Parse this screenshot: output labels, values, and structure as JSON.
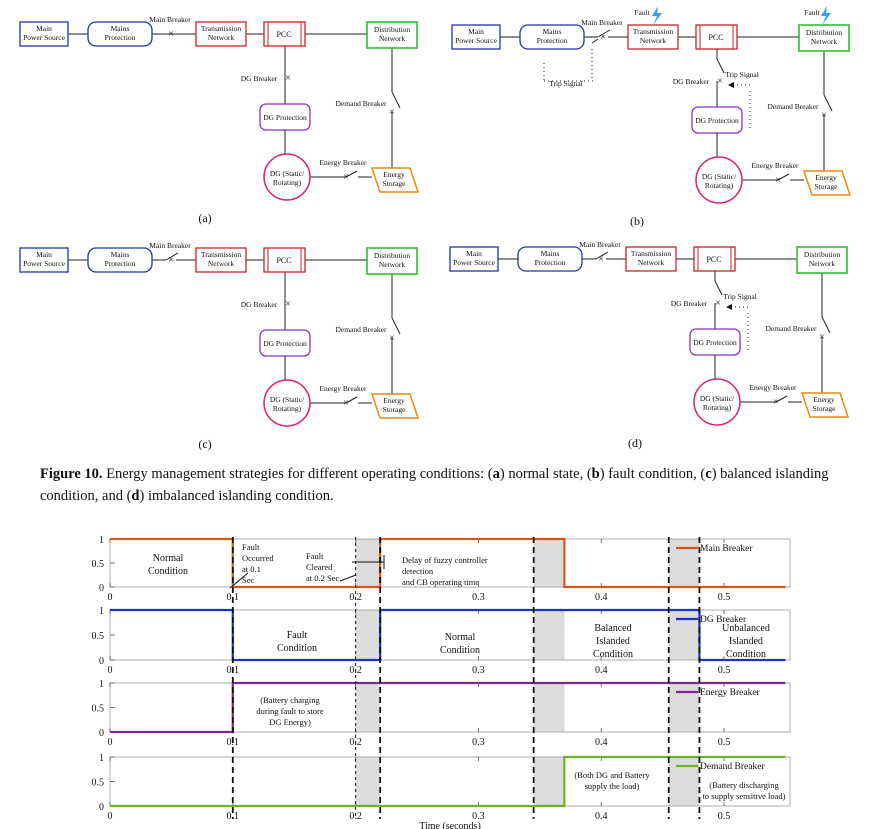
{
  "panels": [
    {
      "id": "a",
      "label": "(a)",
      "fault_lbl": "",
      "fault2_lbl": "",
      "trip_a": "",
      "trip_b": ""
    },
    {
      "id": "b",
      "label": "(b)",
      "fault_lbl": "Fault",
      "fault2_lbl": "Fault",
      "trip_a": "Trip Signal",
      "trip_b": "Trip Signal"
    },
    {
      "id": "c",
      "label": "(c)",
      "fault_lbl": "",
      "fault2_lbl": "",
      "trip_a": "",
      "trip_b": ""
    },
    {
      "id": "d",
      "label": "(d)",
      "fault_lbl": "",
      "fault2_lbl": "",
      "trip_a": "",
      "trip_b": "Trip Signal"
    }
  ],
  "nodes": {
    "main_power_source": [
      "Main",
      "Power Source"
    ],
    "mains_protection": [
      "Mains",
      "Protection"
    ],
    "transmission_network": [
      "Transmission",
      "Network"
    ],
    "pcc": "PCC",
    "distribution_network": [
      "Distribution",
      "Network"
    ],
    "dg_protection": "DG Protection",
    "dg": [
      "DG (Static/",
      "Rotating)"
    ],
    "energy_storage": [
      "Energy",
      "Storage"
    ]
  },
  "breakers": {
    "main": "Main Breaker",
    "dg": "DG Breaker",
    "demand": "Demand Breaker",
    "energy": "Energy Breaker"
  },
  "caption": {
    "prefix": "Figure 10.",
    "p1": " Energy management strategies for different operating conditions: (",
    "a": "a",
    "p2": ") normal state, (",
    "b": "b",
    "p3": ") fault condition, (",
    "c": "c",
    "p4": ") balanced islanding condition, and (",
    "d": "d",
    "p5": ") imbalanced islanding condition."
  },
  "timing": {
    "xlabel": "Time (seconds)",
    "xticks": [
      "0",
      "0.1",
      "0.2",
      "0.3",
      "0.4",
      "0.5"
    ],
    "annotations": {
      "normal_condition": [
        "Normal",
        "Condition"
      ],
      "fault_occurred": [
        "Fault",
        "Occurred",
        "at 0.1",
        "Sec"
      ],
      "fault_cleared": [
        "Fault",
        "Cleared",
        "at 0.2 Sec"
      ],
      "delay": [
        "Delay of fuzzy controller",
        "detection",
        "and CB operating time"
      ],
      "fault_condition": [
        "Fault",
        "Condition"
      ],
      "normal_condition_2": [
        "Normal",
        "Condition"
      ],
      "balanced_islanded": [
        "Balanced",
        "Islanded",
        "Condition"
      ],
      "unbalanced_islanded": [
        "Unbalanced",
        "Islanded",
        "Condition"
      ],
      "battery_charging": [
        "(Battery charging",
        "during fault to store",
        "DG Energy)"
      ],
      "both_supply": [
        "(Both DG and Battery",
        "supply the load)"
      ],
      "battery_discharging": [
        "(Battery discharging",
        "to supply sensitive load)"
      ]
    }
  },
  "chart_data": [
    {
      "type": "line",
      "title": "",
      "xlabel": "",
      "ylabel": "",
      "xlim": [
        0,
        0.55
      ],
      "ylim": [
        0,
        1
      ],
      "yticks": [
        "0",
        "0.5",
        "1"
      ],
      "series": [
        {
          "name": "Main Breaker",
          "color": "#d4581a",
          "x": [
            0,
            0.1,
            0.1,
            0.22,
            0.22,
            0.37,
            0.37,
            0.55
          ],
          "y": [
            1,
            1,
            0,
            0,
            1,
            1,
            0,
            0
          ]
        }
      ]
    },
    {
      "type": "line",
      "title": "",
      "xlabel": "",
      "ylabel": "",
      "xlim": [
        0,
        0.55
      ],
      "ylim": [
        0,
        1
      ],
      "yticks": [
        "0",
        "0.5",
        "1"
      ],
      "series": [
        {
          "name": "DG Breaker",
          "color": "#1f32c8",
          "x": [
            0,
            0.1,
            0.1,
            0.22,
            0.22,
            0.48,
            0.48,
            0.55
          ],
          "y": [
            1,
            1,
            0,
            0,
            1,
            1,
            0,
            0
          ]
        }
      ]
    },
    {
      "type": "line",
      "title": "",
      "xlabel": "",
      "ylabel": "",
      "xlim": [
        0,
        0.55
      ],
      "ylim": [
        0,
        1
      ],
      "yticks": [
        "0",
        "0.5",
        "1"
      ],
      "series": [
        {
          "name": "Energy Breaker",
          "color": "#7a2a96",
          "x": [
            0,
            0.1,
            0.1,
            0.22,
            0.22,
            0.55
          ],
          "y": [
            0,
            0,
            1,
            1,
            1,
            1
          ]
        }
      ]
    },
    {
      "type": "line",
      "title": "",
      "xlabel": "Time (seconds)",
      "ylabel": "",
      "xlim": [
        0,
        0.55
      ],
      "ylim": [
        0,
        1
      ],
      "yticks": [
        "0",
        "0.5",
        "1"
      ],
      "series": [
        {
          "name": "Demand Breaker",
          "color": "#6ab22a",
          "x": [
            0,
            0.37,
            0.37,
            0.55
          ],
          "y": [
            0,
            0,
            1,
            1
          ]
        }
      ]
    }
  ]
}
